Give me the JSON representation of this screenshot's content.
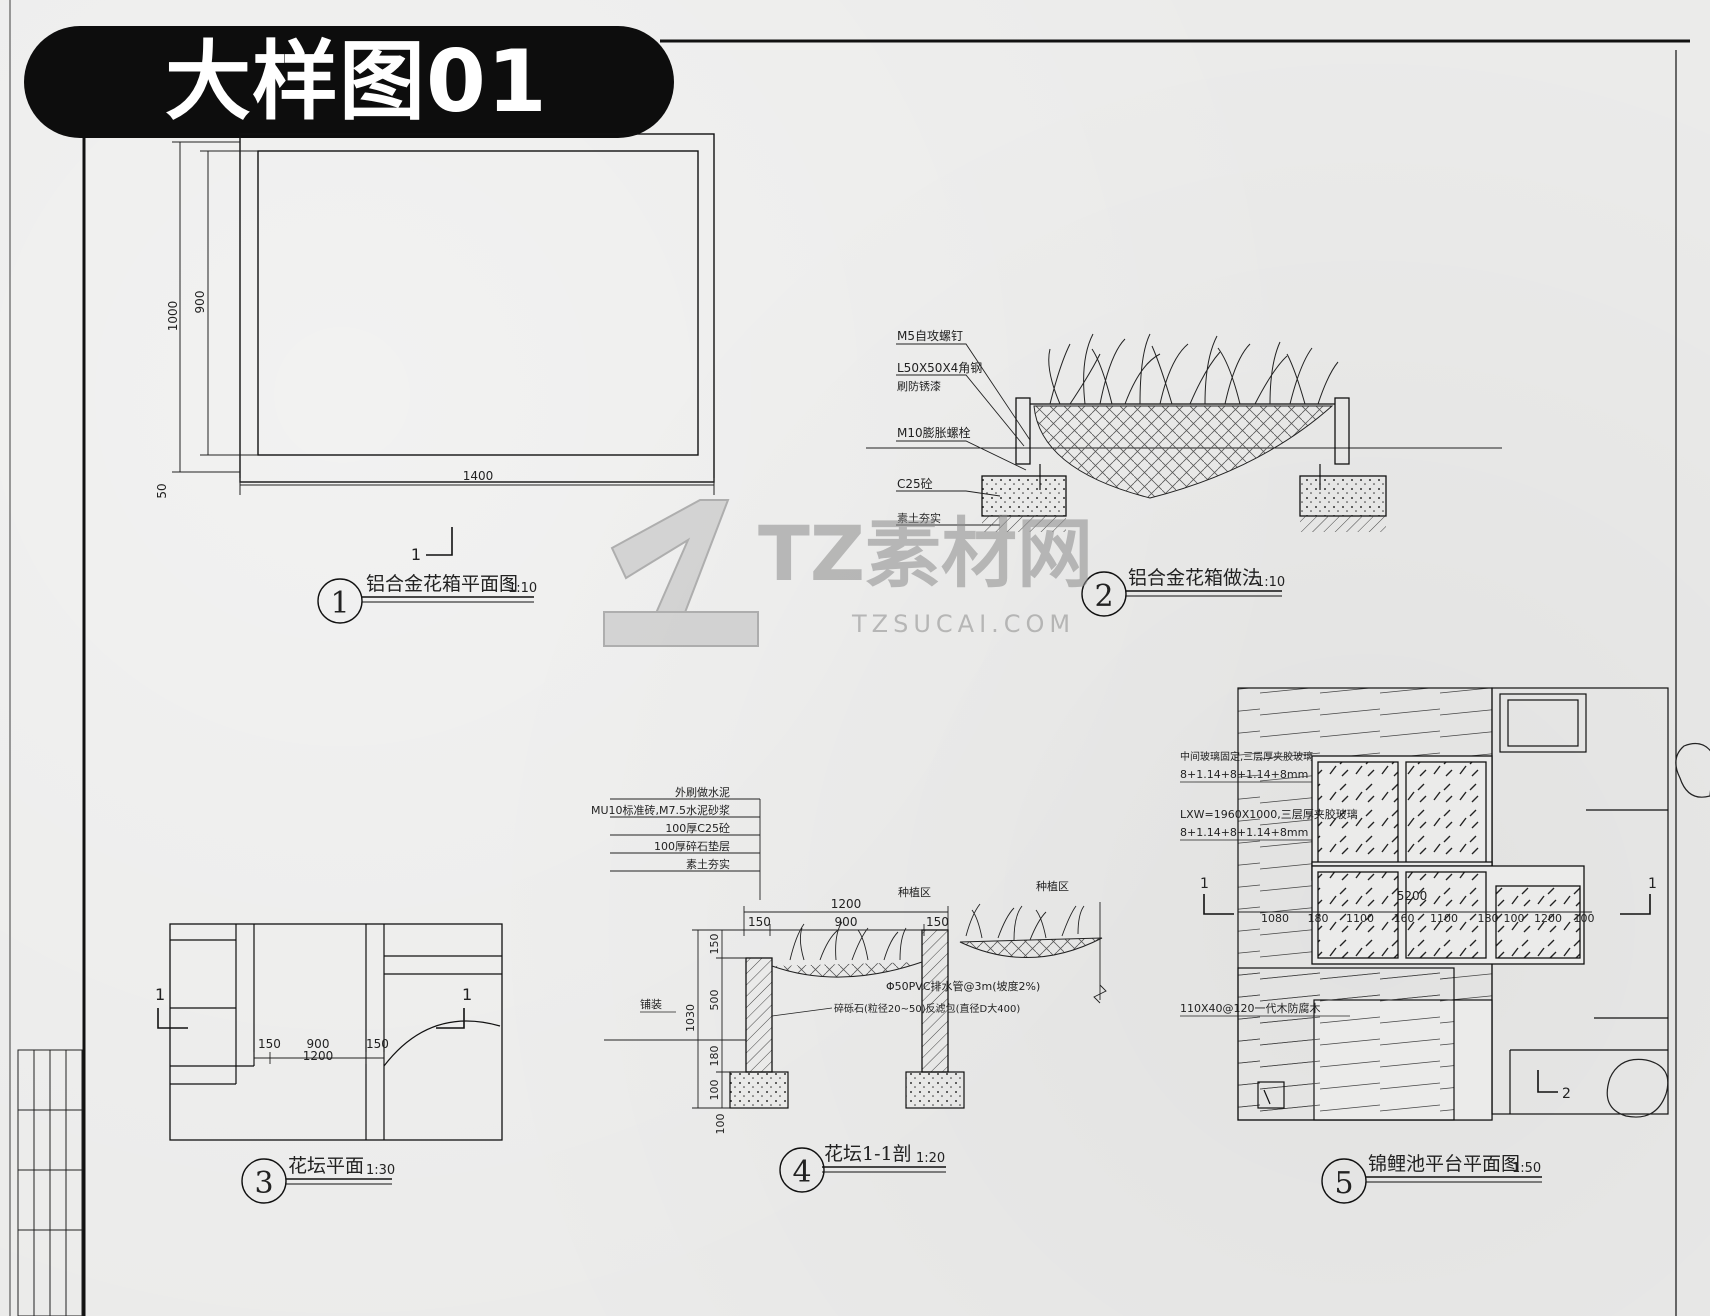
{
  "header": {
    "title": "大样图01"
  },
  "watermark": {
    "brand": "TZ素材网",
    "url": "TZSUCAI.COM"
  },
  "colors": {
    "line": "#1a1a1a",
    "paper": "#ebebea",
    "title_bg": "#0d0d0d",
    "title_text": "#ffffff",
    "watermark": "#9a9a9a"
  },
  "detail1": {
    "number": "1",
    "title": "铝合金花箱平面图",
    "scale": "1:10",
    "dim_height_outer": "1000",
    "dim_height_inner": "900",
    "dim_width": "1400",
    "dim_bottom": "50",
    "section_mark": "1"
  },
  "detail2": {
    "number": "2",
    "title": "铝合金花箱做法",
    "scale": "1:10",
    "notes": [
      "M5自攻螺钉",
      "L50X50X4角钢",
      "刷防锈漆",
      "M10膨胀螺栓",
      "C25砼",
      "素土夯实"
    ]
  },
  "detail3": {
    "number": "3",
    "title": "花坛平面",
    "scale": "1:30",
    "dims": [
      "150",
      "900",
      "150"
    ],
    "total": "1200",
    "section_left": "1",
    "section_right": "1"
  },
  "detail4": {
    "number": "4",
    "title": "花坛1-1剖",
    "scale": "1:20",
    "notes": [
      "外刷做水泥",
      "MU10标准砖,M7.5水泥砂浆",
      "100厚C25砼",
      "100厚碎石垫层",
      "素土夯实"
    ],
    "top_dim": "1200",
    "sub_dims": [
      "150",
      "900",
      "150"
    ],
    "planting_label_1": "种植区",
    "planting_label_2": "种植区",
    "pipe_note": "Φ50PVC排水管@3m(坡度2%)",
    "gravel_note": "碎砾石(粒径20~50)反滤包(直径D大400)",
    "ground_label": "铺装",
    "vertical_dims": [
      "150",
      "500",
      "180",
      "100",
      "100"
    ],
    "total_height": "1030"
  },
  "detail5": {
    "number": "5",
    "title": "锦鲤池平台平面图",
    "scale": "1:50",
    "notes": [
      "中间玻璃固定,三层厚夹胶玻璃",
      "8+1.14+8+1.14+8mm",
      "LXW=1960X1000,三层厚夹胶玻璃",
      "8+1.14+8+1.14+8mm",
      "110X40@120一代木防腐木"
    ],
    "overall_dim": "5200",
    "dims": [
      "1080",
      "180",
      "1100",
      "160",
      "1100",
      "180",
      "100",
      "1200",
      "100"
    ],
    "section_left": "1",
    "section_right": "1",
    "section_bottom": "2"
  }
}
